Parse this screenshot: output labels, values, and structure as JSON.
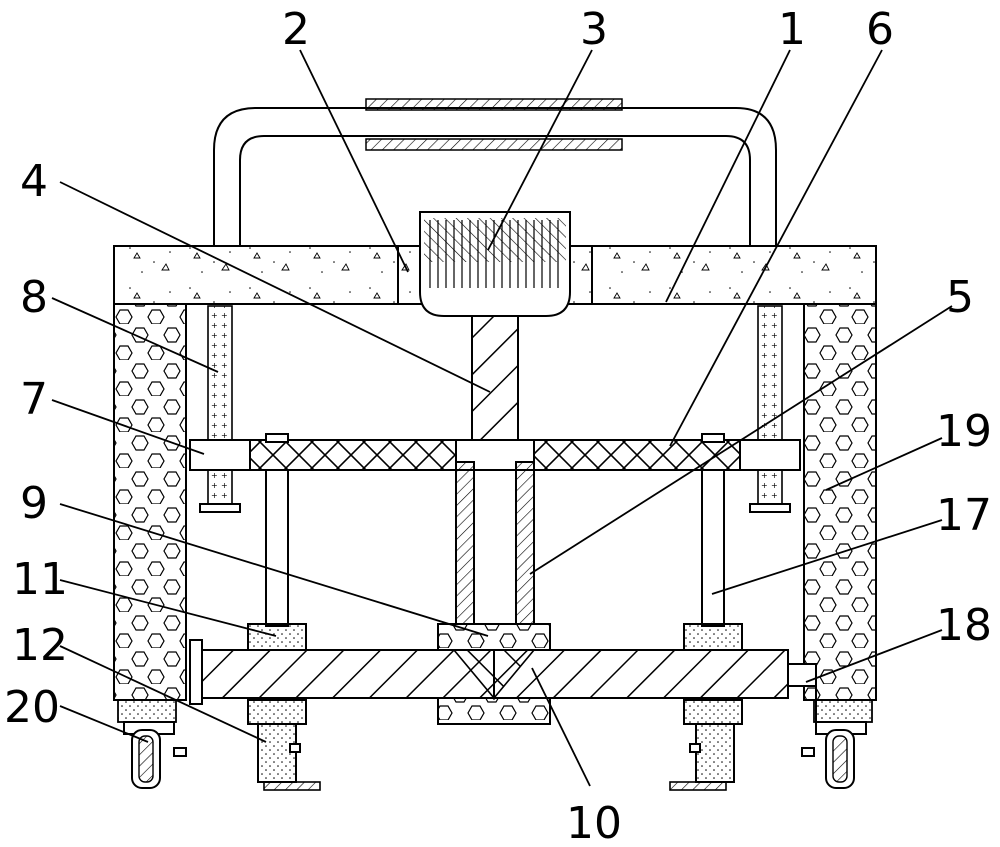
{
  "figure": {
    "background": "#ffffff",
    "line_color": "#000000",
    "part_numbers": [
      "2",
      "3",
      "1",
      "6",
      "4",
      "8",
      "5",
      "7",
      "19",
      "9",
      "17",
      "11",
      "18",
      "12",
      "20",
      "10"
    ]
  }
}
